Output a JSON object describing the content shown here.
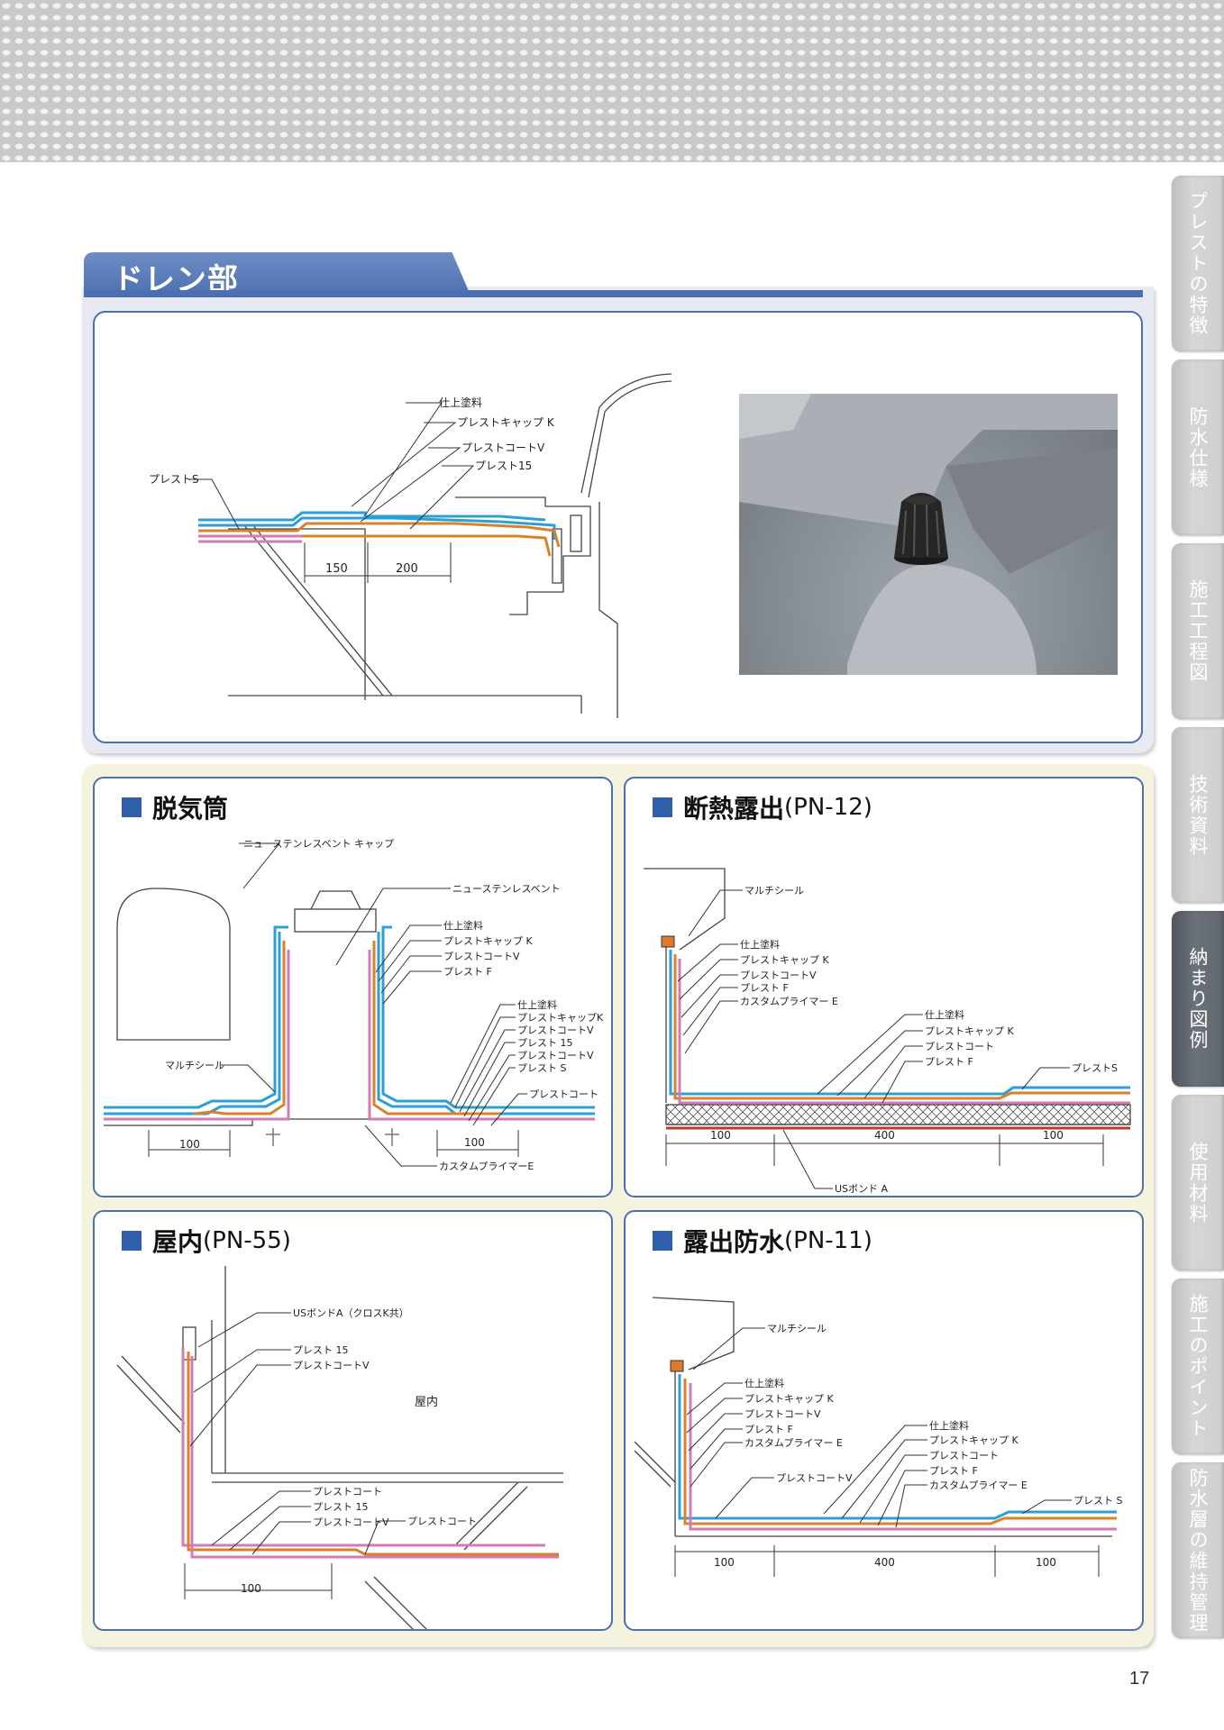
{
  "side_tabs": [
    {
      "label": "プレストの特徴",
      "active": false
    },
    {
      "label": "防水仕様",
      "active": false
    },
    {
      "label": "施工工程図",
      "active": false
    },
    {
      "label": "技術資料",
      "active": false
    },
    {
      "label": "納まり図例",
      "active": true
    },
    {
      "label": "使用材料",
      "active": false
    },
    {
      "label": "施工のポイント",
      "active": false
    },
    {
      "label": "防水層の維持管理",
      "active": false
    }
  ],
  "drain": {
    "title": "ドレン部",
    "labels": {
      "finish": "仕上塗料",
      "cap_k": "プレストキャップ K",
      "coat_v": "プレストコートV",
      "p15": "プレスト15",
      "ps": "プレストS"
    },
    "dims": {
      "d1": "150",
      "d2": "200"
    }
  },
  "vent": {
    "title": "脱気筒",
    "labels": {
      "cap": "ニューステンレスベント キャップ",
      "vent": "ニューステンレスベント",
      "finish": "仕上塗料",
      "cap_k": "プレストキャップ K",
      "coat_v": "プレストコートV",
      "pf": "プレスト F",
      "finish2": "仕上塗料",
      "cap_k2": "プレストキャップK",
      "coat_v2": "プレストコートV",
      "p15": "プレスト 15",
      "coat_v3": "プレストコートV",
      "ps": "プレスト S",
      "coat": "プレストコート",
      "multiseal": "マルチシール",
      "primer": "カスタムプライマーE"
    },
    "dims": {
      "d1": "100",
      "d2": "100"
    }
  },
  "insulated": {
    "title": "断熱露出",
    "code": "(PN-12)",
    "labels": {
      "multiseal": "マルチシール",
      "finish": "仕上塗料",
      "cap_k": "プレストキャップ K",
      "coat_v": "プレストコートV",
      "pf": "プレスト F",
      "primer": "カスタムプライマー E",
      "finish2": "仕上塗料",
      "cap_k2": "プレストキャップ K",
      "coat": "プレストコート",
      "pf2": "プレスト F",
      "ps": "プレストS",
      "bond": "USボンド A"
    },
    "dims": {
      "d1": "100",
      "d2": "400",
      "d3": "100"
    }
  },
  "indoor": {
    "title": "屋内",
    "code": "(PN-55)",
    "labels": {
      "bond": "USボンドA（クロスK共）",
      "p15": "プレスト 15",
      "coat_v": "プレストコートV",
      "room": "屋内",
      "coat": "プレストコート",
      "p15b": "プレスト 15",
      "coat_v2": "プレストコートV",
      "coat2": "プレストコート"
    },
    "dims": {
      "d1": "100"
    }
  },
  "exposed": {
    "title": "露出防水",
    "code": "(PN-11)",
    "labels": {
      "multiseal": "マルチシール",
      "finish": "仕上塗料",
      "cap_k": "プレストキャップ K",
      "coat_v": "プレストコートV",
      "pf": "プレスト F",
      "primer": "カスタムプライマー E",
      "coat_v_low": "プレストコートV",
      "finish2": "仕上塗料",
      "cap_k2": "プレストキャップ K",
      "coat": "プレストコート",
      "pf2": "プレスト F",
      "primer2": "カスタムプライマー E",
      "ps": "プレスト S"
    },
    "dims": {
      "d1": "100",
      "d2": "400",
      "d3": "100"
    }
  },
  "page_number": "17",
  "colors": {
    "blue_layer": "#2b9fd6",
    "orange_layer": "#d9822b",
    "pink_layer": "#d27bb6",
    "accent_blue": "#4b6fb0"
  }
}
